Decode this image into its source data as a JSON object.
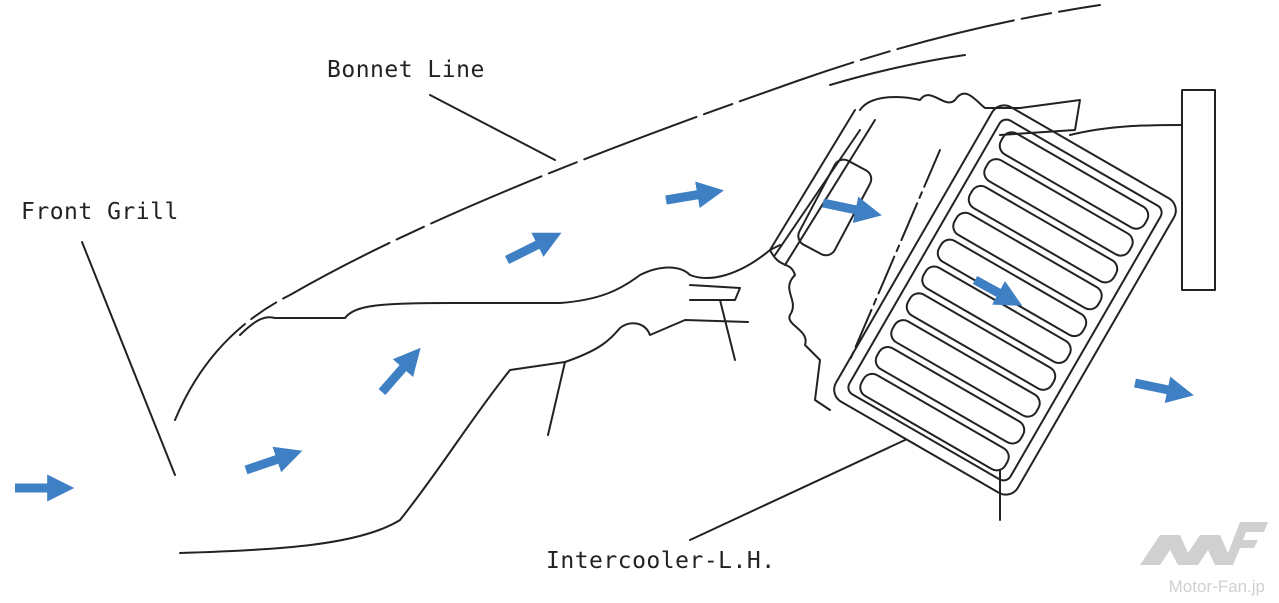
{
  "labels": {
    "bonnet_line": "Bonnet Line",
    "front_grill": "Front Grill",
    "intercooler": "Intercooler-L.H."
  },
  "watermark": {
    "logo_text": "MF",
    "site": "Motor-Fan.jp"
  },
  "colors": {
    "airflow_arrow": "#3f7fc4",
    "line": "#222222",
    "watermark": "#d0d0d0"
  }
}
